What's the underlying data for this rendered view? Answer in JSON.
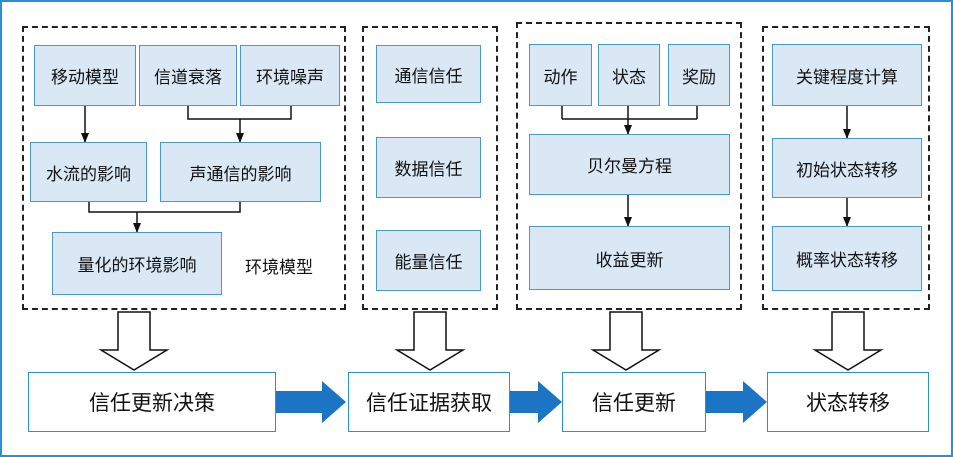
{
  "env_group": {
    "mobility_model": "移动模型",
    "channel_fading": "信道衰落",
    "ambient_noise": "环境噪声",
    "current_effect": "水流的影响",
    "acoustic_effect": "声通信的影响",
    "quantified_effect": "量化的环境影响",
    "group_label": "环境模型"
  },
  "trust_group": {
    "communication_trust": "通信信任",
    "data_trust": "数据信任",
    "energy_trust": "能量信任"
  },
  "bellman_group": {
    "action": "动作",
    "state": "状态",
    "reward": "奖励",
    "bellman_equation": "贝尔曼方程",
    "reward_update": "收益更新"
  },
  "transition_group": {
    "criticality_calc": "关键程度计算",
    "initial_transition": "初始状态转移",
    "probabilistic_transition": "概率状态转移"
  },
  "pipeline": {
    "trust_update_decision": "信任更新决策",
    "trust_evidence_acquisition": "信任证据获取",
    "trust_update": "信任更新",
    "state_transition": "状态转移"
  },
  "colors": {
    "frame": "#2f8fce",
    "box_fill": "#dae8f6",
    "box_border": "#4a97d2",
    "pipeline_arrow": "#1b75c4"
  }
}
